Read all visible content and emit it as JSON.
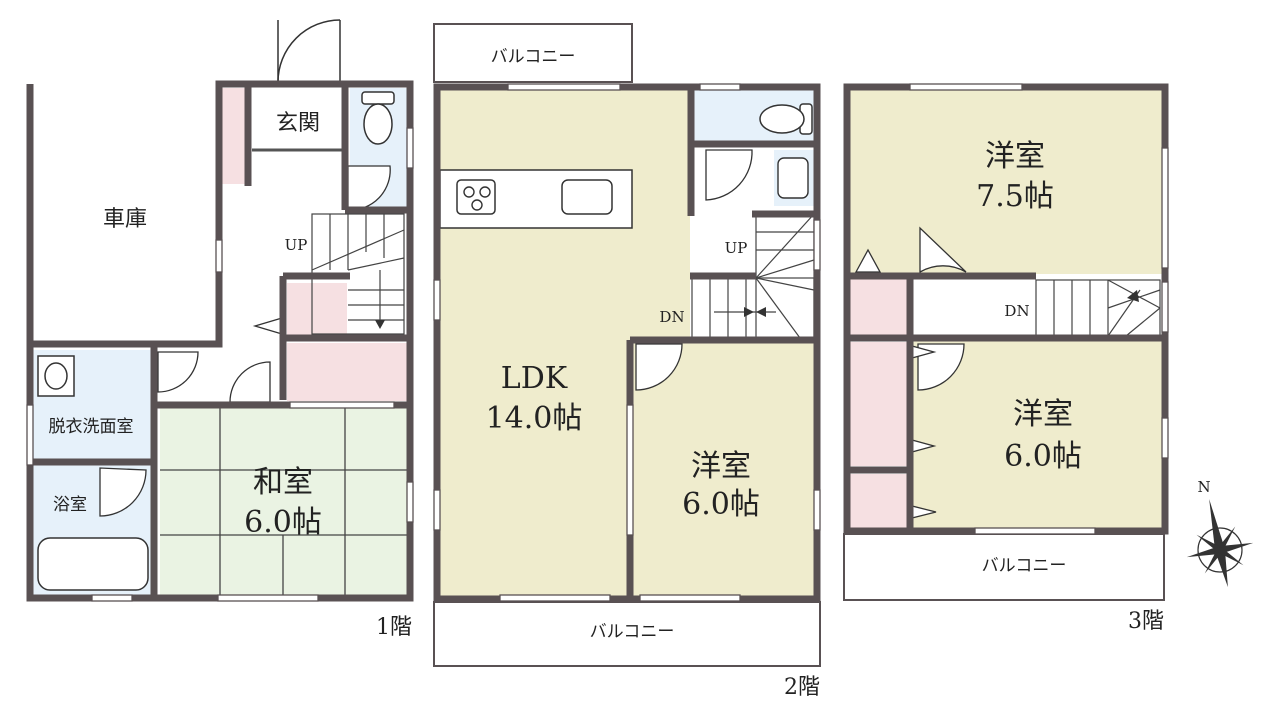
{
  "floors": {
    "f1": {
      "floor_label": "1階",
      "garage": "車庫",
      "entrance": "玄関",
      "up": "UP",
      "dressing_room": "脱衣洗面室",
      "bath": "浴室",
      "japanese_room_name": "和室",
      "japanese_room_size": "6.0帖"
    },
    "f2": {
      "floor_label": "2階",
      "balcony_top": "バルコニー",
      "balcony_bottom": "バルコニー",
      "ldk_name": "LDK",
      "ldk_size": "14.0帖",
      "room_name": "洋室",
      "room_size": "6.0帖",
      "up": "UP",
      "dn": "DN"
    },
    "f3": {
      "floor_label": "3階",
      "room_a_name": "洋室",
      "room_a_size": "7.5帖",
      "room_b_name": "洋室",
      "room_b_size": "6.0帖",
      "dn": "DN",
      "balcony": "バルコニー"
    }
  },
  "compass": {
    "north": "N"
  },
  "colors": {
    "wall": "#595153",
    "ldk_floor": "#efeccd",
    "tatami": "#eaf3e3",
    "wet_area": "#e6f1fa",
    "closet": "#f6e0e2",
    "hall": "#ffffff"
  }
}
